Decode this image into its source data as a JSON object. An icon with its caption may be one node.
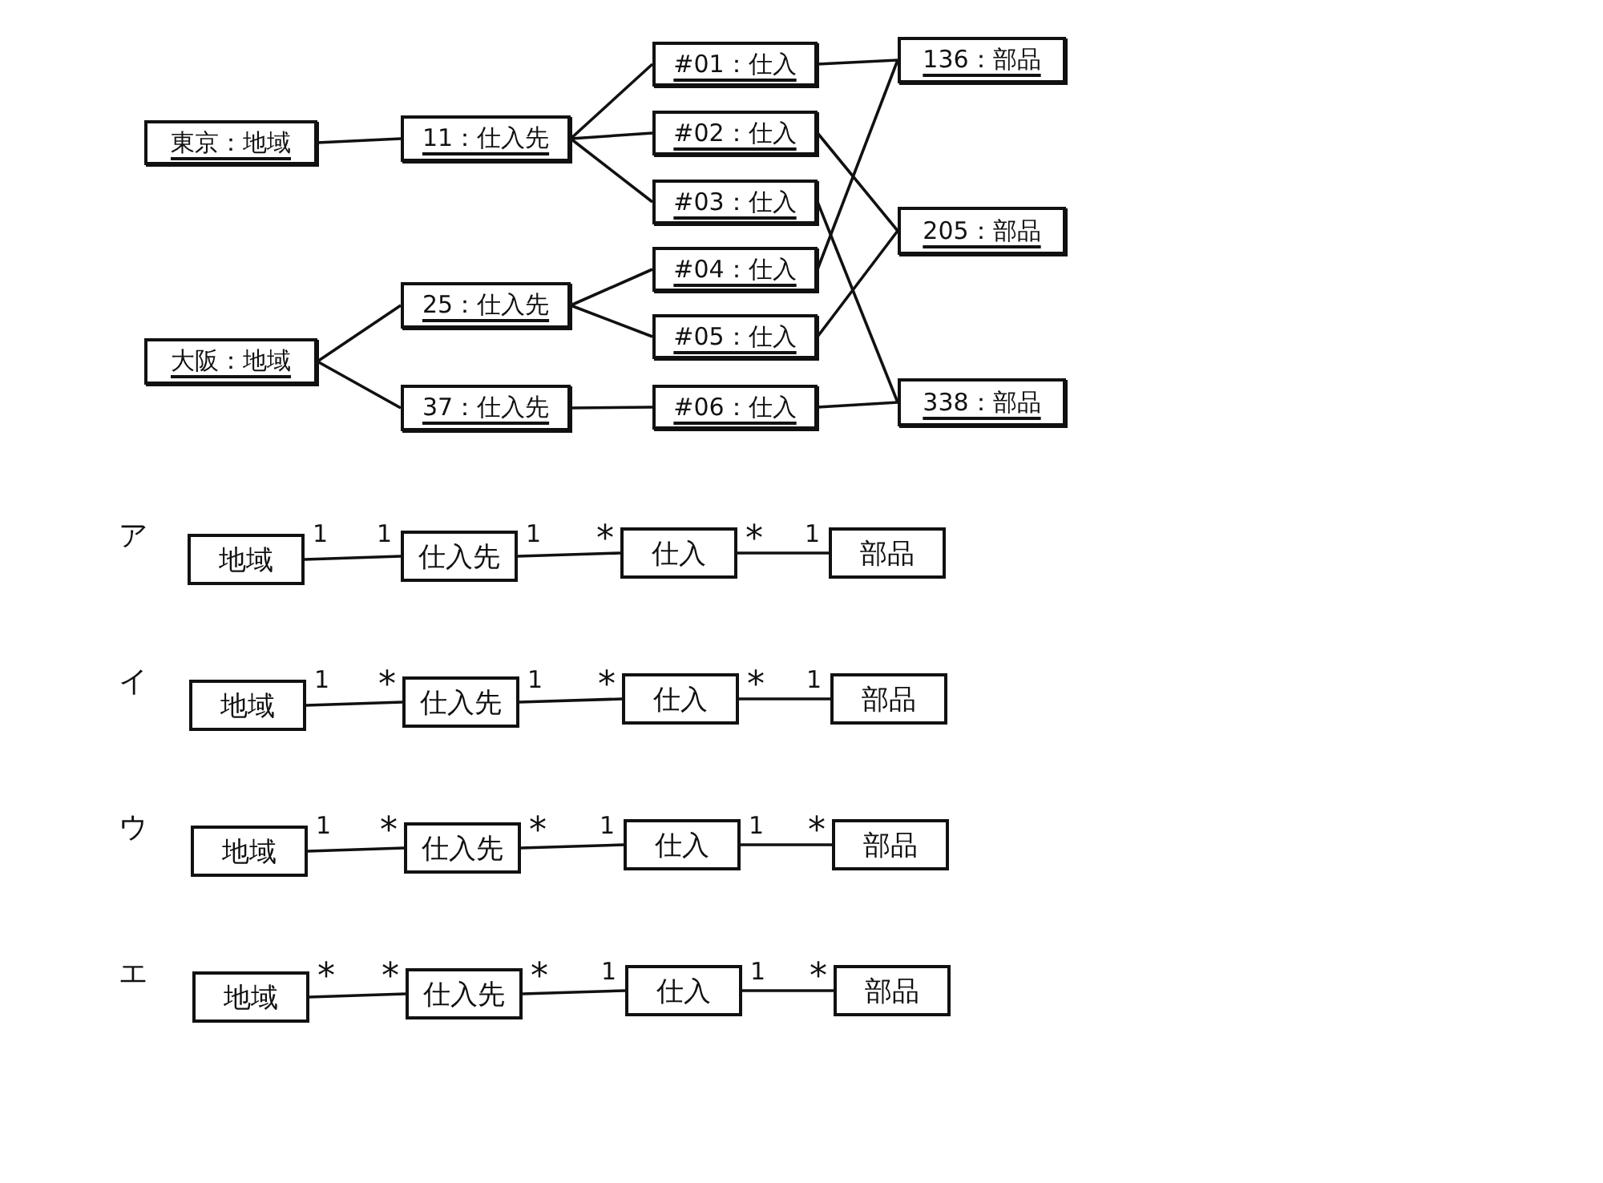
{
  "diagram": {
    "nodes": [
      {
        "text": [
          "東京：地域"
        ]
      },
      {
        "text": [
          "11：仕入先"
        ]
      },
      {
        "text": [
          "大阪：地域"
        ]
      },
      {
        "text": [
          "25：仕入先"
        ]
      },
      {
        "text": [
          "37：仕入先"
        ]
      },
      {
        "text": [
          "#01：仕入"
        ]
      },
      {
        "text": [
          "#02：仕入"
        ]
      },
      {
        "text": [
          "#03：仕入"
        ]
      },
      {
        "text": [
          "#04：仕入"
        ]
      },
      {
        "text": [
          "#05：仕入"
        ]
      },
      {
        "text": [
          "#06：仕入"
        ]
      },
      {
        "text": [
          "136：部品"
        ]
      },
      {
        "text": [
          "205：部品"
        ]
      },
      {
        "text": [
          "338：部品"
        ]
      },
      {
        "text": [
          "地域"
        ]
      },
      {
        "text": [
          "仕入先"
        ]
      },
      {
        "text": [
          "仕入"
        ]
      },
      {
        "text": [
          "部品"
        ]
      },
      {
        "text": [
          "地域"
        ]
      },
      {
        "text": [
          "仕入先"
        ]
      },
      {
        "text": [
          "仕入"
        ]
      },
      {
        "text": [
          "部品"
        ]
      },
      {
        "text": [
          "地域"
        ]
      },
      {
        "text": [
          "仕入先"
        ]
      },
      {
        "text": [
          "仕入"
        ]
      },
      {
        "text": [
          "部品"
        ]
      },
      {
        "text": [
          "地域"
        ]
      },
      {
        "text": [
          "仕入先"
        ]
      },
      {
        "text": [
          "仕入"
        ]
      },
      {
        "text": [
          "部品"
        ]
      }
    ],
    "edges": [
      {
        "from": 0,
        "to": 1,
        "arrow": "none"
      },
      {
        "from": 1,
        "to": 5,
        "arrow": "none"
      },
      {
        "from": 1,
        "to": 6,
        "arrow": "none"
      },
      {
        "from": 1,
        "to": 7,
        "arrow": "none"
      },
      {
        "from": 2,
        "to": 3,
        "arrow": "none"
      },
      {
        "from": 2,
        "to": 4,
        "arrow": "none"
      },
      {
        "from": 3,
        "to": 8,
        "arrow": "none"
      },
      {
        "from": 3,
        "to": 9,
        "arrow": "none"
      },
      {
        "from": 4,
        "to": 10,
        "arrow": "none"
      },
      {
        "from": 5,
        "to": 11,
        "arrow": "none"
      },
      {
        "from": 6,
        "to": 12,
        "arrow": "none"
      },
      {
        "from": 7,
        "to": 13,
        "arrow": "none"
      },
      {
        "from": 8,
        "to": 11,
        "arrow": "none"
      },
      {
        "from": 9,
        "to": 12,
        "arrow": "none"
      },
      {
        "from": 10,
        "to": 13,
        "arrow": "none"
      },
      {
        "from": 14,
        "to": 15,
        "arrow": "none"
      },
      {
        "from": 15,
        "to": 16,
        "arrow": "none"
      },
      {
        "from": 16,
        "to": 17,
        "arrow": "none"
      },
      {
        "from": 18,
        "to": 19,
        "arrow": "none"
      },
      {
        "from": 19,
        "to": 20,
        "arrow": "none"
      },
      {
        "from": 20,
        "to": 21,
        "arrow": "none"
      },
      {
        "from": 22,
        "to": 23,
        "arrow": "none"
      },
      {
        "from": 23,
        "to": 24,
        "arrow": "none"
      },
      {
        "from": 24,
        "to": 25,
        "arrow": "none"
      },
      {
        "from": 26,
        "to": 27,
        "arrow": "none"
      },
      {
        "from": 27,
        "to": 28,
        "arrow": "none"
      },
      {
        "from": 28,
        "to": 29,
        "arrow": "none"
      }
    ],
    "labels": [
      "ア",
      "1",
      "1",
      "1",
      "*",
      "*",
      "1",
      "イ",
      "1",
      "*",
      "1",
      "*",
      "*",
      "1",
      "ウ",
      "1",
      "*",
      "*",
      "1",
      "1",
      "*",
      "エ",
      "*",
      "*",
      "*",
      "1",
      "1",
      "*"
    ]
  }
}
